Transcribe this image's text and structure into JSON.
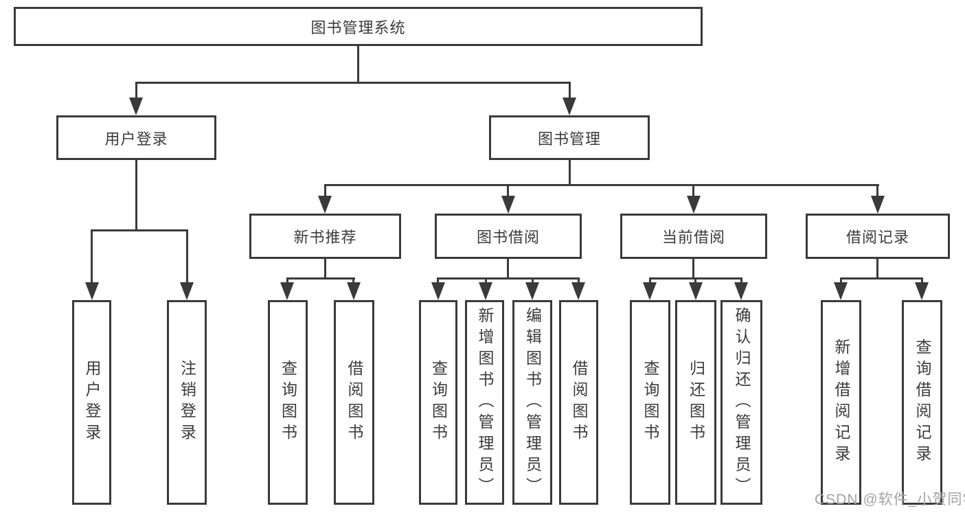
{
  "colors": {
    "line": "#3a3a3a",
    "text": "#3b3b3b",
    "watermark": "#a3a3a3",
    "background": "#ffffff"
  },
  "watermark": {
    "text": "CSDN @软件_小贺同学"
  },
  "tree": {
    "root": {
      "label": "图书管理系统",
      "children": [
        {
          "label": "用户登录",
          "children": [
            {
              "label": "用户登录"
            },
            {
              "label": "注销登录"
            }
          ]
        },
        {
          "label": "图书管理",
          "children": [
            {
              "label": "新书推荐",
              "children": [
                {
                  "label": "查询图书"
                },
                {
                  "label": "借阅图书"
                }
              ]
            },
            {
              "label": "图书借阅",
              "children": [
                {
                  "label": "查询图书"
                },
                {
                  "label": "新增图书（管理员）"
                },
                {
                  "label": "编辑图书（管理员）"
                },
                {
                  "label": "借阅图书"
                }
              ]
            },
            {
              "label": "当前借阅",
              "children": [
                {
                  "label": "查询图书"
                },
                {
                  "label": "归还图书"
                },
                {
                  "label": "确认归还（管理员）"
                }
              ]
            },
            {
              "label": "借阅记录",
              "children": [
                {
                  "label": "新增借阅记录"
                },
                {
                  "label": "查询借阅记录"
                }
              ]
            }
          ]
        }
      ]
    }
  }
}
